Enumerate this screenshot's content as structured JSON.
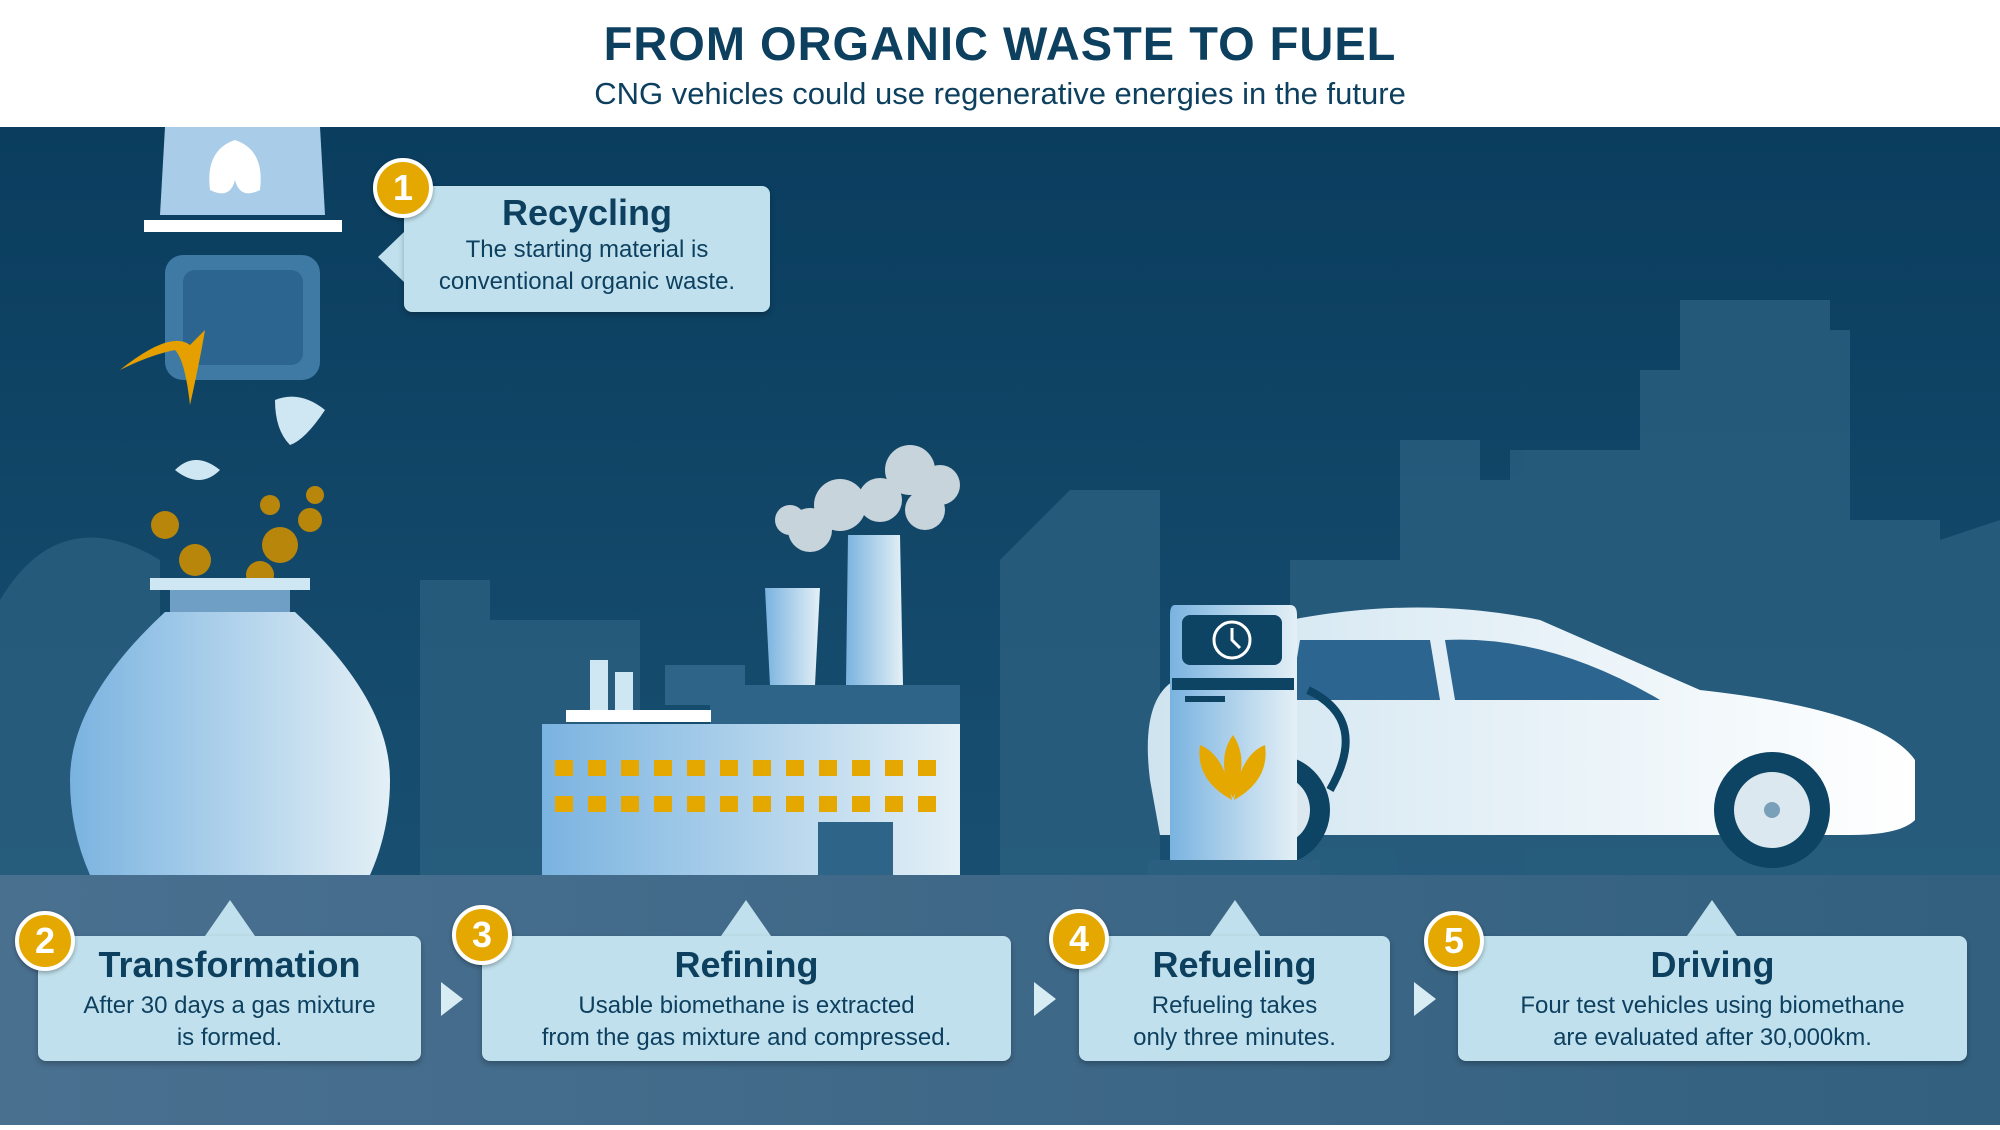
{
  "header": {
    "title": "FROM ORGANIC WASTE TO FUEL",
    "subtitle": "CNG vehicles could use regenerative energies in the future"
  },
  "colors": {
    "background_dark": "#0d4363",
    "ground": "#3e6582",
    "box": "#bfe0ec",
    "badge": "#e5a800",
    "text": "#0d3f5f"
  },
  "steps": [
    {
      "number": "1",
      "title": "Recycling",
      "text1": "The starting material is",
      "text2": "conventional organic waste."
    },
    {
      "number": "2",
      "title": "Transformation",
      "text1": "After 30 days a gas mixture",
      "text2": "is formed."
    },
    {
      "number": "3",
      "title": "Refining",
      "text1": "Usable biomethane is extracted",
      "text2": "from the gas mixture and compressed."
    },
    {
      "number": "4",
      "title": "Refueling",
      "text1": "Refueling takes",
      "text2": "only three minutes."
    },
    {
      "number": "5",
      "title": "Driving",
      "text1": "Four test vehicles using biomethane",
      "text2": "are evaluated after 30,000km."
    }
  ],
  "icons": [
    "organic-waste-bin-icon",
    "leaf-icon",
    "clock-icon",
    "arrow-right-icon"
  ]
}
